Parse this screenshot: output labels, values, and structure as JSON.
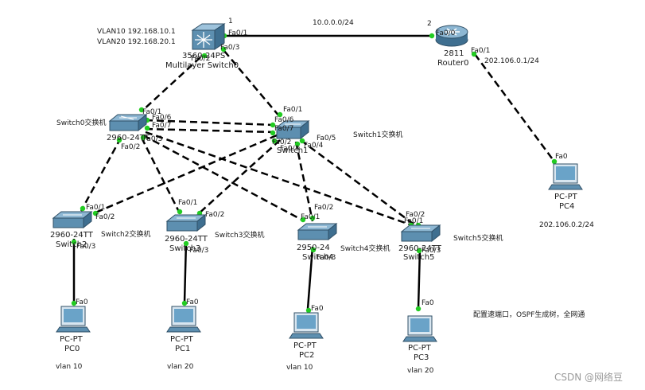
{
  "chart_data": null,
  "top_left_note": [
    "VLAN10 192.168.10.1",
    "VLAN20 192.168.20.1"
  ],
  "link_numbers": {
    "ms": "1",
    "router": "2"
  },
  "wan_network": "10.0.0.0/24",
  "router_lan": "202.106.0.1/24",
  "pc4_ip": "202.106.0.2/24",
  "devices": {
    "ms": {
      "label": "Multilayer Switch0",
      "model": "3560-24PS"
    },
    "router": {
      "label": "Router0",
      "model": "2811"
    },
    "sw0": {
      "label": "Switch0",
      "model": "2960-24TT",
      "caption": "Switch0交换机"
    },
    "sw1": {
      "label": "Switch1",
      "model": "2960-24TT",
      "caption": "Switch1交换机"
    },
    "sw2": {
      "label": "Switch2",
      "model": "2960-24TT",
      "caption": "Switch2交换机"
    },
    "sw3": {
      "label": "Switch3",
      "model": "2960-24TT",
      "caption": "Switch3交换机"
    },
    "sw4": {
      "label": "Switch4",
      "model": "2950-24",
      "caption": "Switch4交换机"
    },
    "sw5": {
      "label": "Switch5",
      "model": "2960-24TT",
      "caption": "Switch5交换机"
    },
    "pc0": {
      "type": "PC-PT",
      "label": "PC0",
      "vlan": "vlan 10"
    },
    "pc1": {
      "type": "PC-PT",
      "label": "PC1",
      "vlan": "vlan 20"
    },
    "pc2": {
      "type": "PC-PT",
      "label": "PC2",
      "vlan": "vlan 10"
    },
    "pc3": {
      "type": "PC-PT",
      "label": "PC3",
      "vlan": "vlan 20"
    },
    "pc4": {
      "type": "PC-PT",
      "label": "PC4"
    }
  },
  "ports": {
    "p_ms_fa01": "Fa0/1",
    "p_ms_fa02": "Fa0/2",
    "p_ms_fa03": "Fa0/3",
    "p_r_fa00": "Fa0/0",
    "p_r_fa01": "Fa0/1",
    "p_sw0_fa01": "Fa0/1",
    "p_sw0_fa06": "Fa0/6",
    "p_sw0_fa07": "Fa0/7",
    "p_sw0_fa02": "Fa0/2",
    "p_sw0_fa03": "Fa0/3",
    "p_sw1_fa01": "Fa0/1",
    "p_sw1_fa06": "Fa0/6",
    "p_sw1_fa07": "Fa0/7",
    "p_sw1_fa02": "Fa0/2",
    "p_sw1_fa03": "Fa0/3",
    "p_sw1_fa04": "Fa0/4",
    "p_sw1_fa05": "Fa0/5",
    "p_sw2_fa01": "Fa0/1",
    "p_sw2_fa02": "Fa0/2",
    "p_sw2_fa03": "Fa0/3",
    "p_sw3_fa01": "Fa0/1",
    "p_sw3_fa02": "Fa0/2",
    "p_sw3_fa03": "Fa0/3",
    "p_sw4_fa01": "Fa0/1",
    "p_sw4_fa02": "Fa0/2",
    "p_sw4_fa03": "Fa0/3",
    "p_sw5_fa01": "Fa0/1",
    "p_sw5_fa02": "Fa0/2",
    "p_sw5_fa03": "Fa0/3",
    "p_pc0_fa0": "Fa0",
    "p_pc1_fa0": "Fa0",
    "p_pc2_fa0": "Fa0",
    "p_pc3_fa0": "Fa0",
    "p_pc4_fa0": "Fa0"
  },
  "summary_note": "配置速端口，OSPF生成树，全网通",
  "watermark": "CSDN @网络豆",
  "colors": {
    "link": "#000000",
    "port_dot": "#22cc22",
    "switch_body": "#5d8fb0",
    "switch_top": "#8db7d3",
    "pc_screen": "#6aa3c8"
  }
}
